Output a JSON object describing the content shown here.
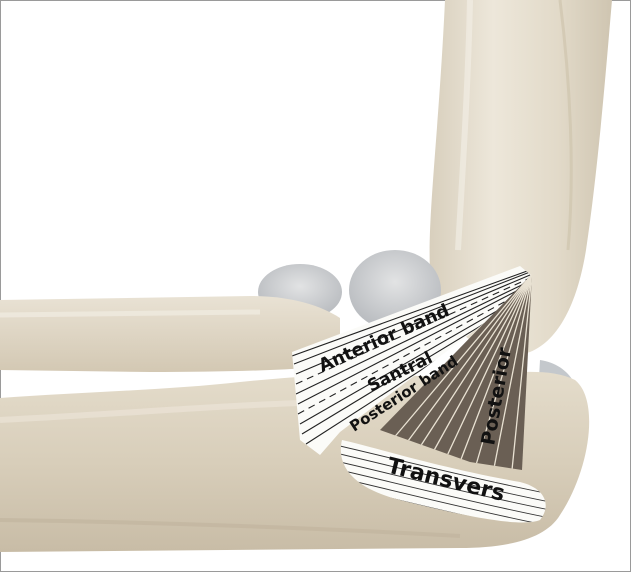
{
  "labels": {
    "anterior": "Anterior band",
    "central": "Santral",
    "posterior_band": "Posterior band",
    "posterior": "Posterior",
    "transverse": "Transvers"
  },
  "colors": {
    "bone_light": "#ece5d6",
    "bone_mid": "#d9cfbc",
    "bone_shadow": "#b9ad96",
    "cartilage": "#c9cccf",
    "ligament_white": "#fbfbf8",
    "ligament_dark": "#5b5249",
    "text": "#111111",
    "frame": "#9a9a9a"
  }
}
